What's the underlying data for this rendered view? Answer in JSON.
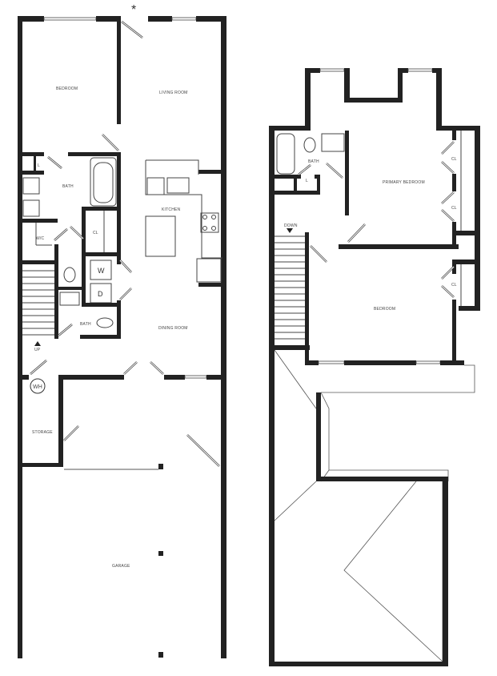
{
  "entrance_marker": "*",
  "first_floor": {
    "rooms": {
      "bedroom": "BEDROOM",
      "living_room": "LIVING ROOM",
      "bath": "BATH",
      "linen": "L",
      "kitchen": "KITCHEN",
      "wc": "W/C",
      "closet": "CL",
      "washer": "W",
      "dryer": "D",
      "half_bath": "BATH",
      "dining_room": "DINING ROOM",
      "stairs_up": "UP",
      "water_heater": "WH",
      "storage": "STORAGE",
      "garage": "GARAGE"
    }
  },
  "second_floor": {
    "rooms": {
      "bath": "BATH",
      "linen": "L",
      "primary_bedroom": "PRIMARY BEDROOM",
      "closet_1": "CL",
      "closet_2": "CL",
      "closet_3": "CL",
      "stairs_down": "DOWN",
      "bedroom": "BEDROOM"
    }
  }
}
